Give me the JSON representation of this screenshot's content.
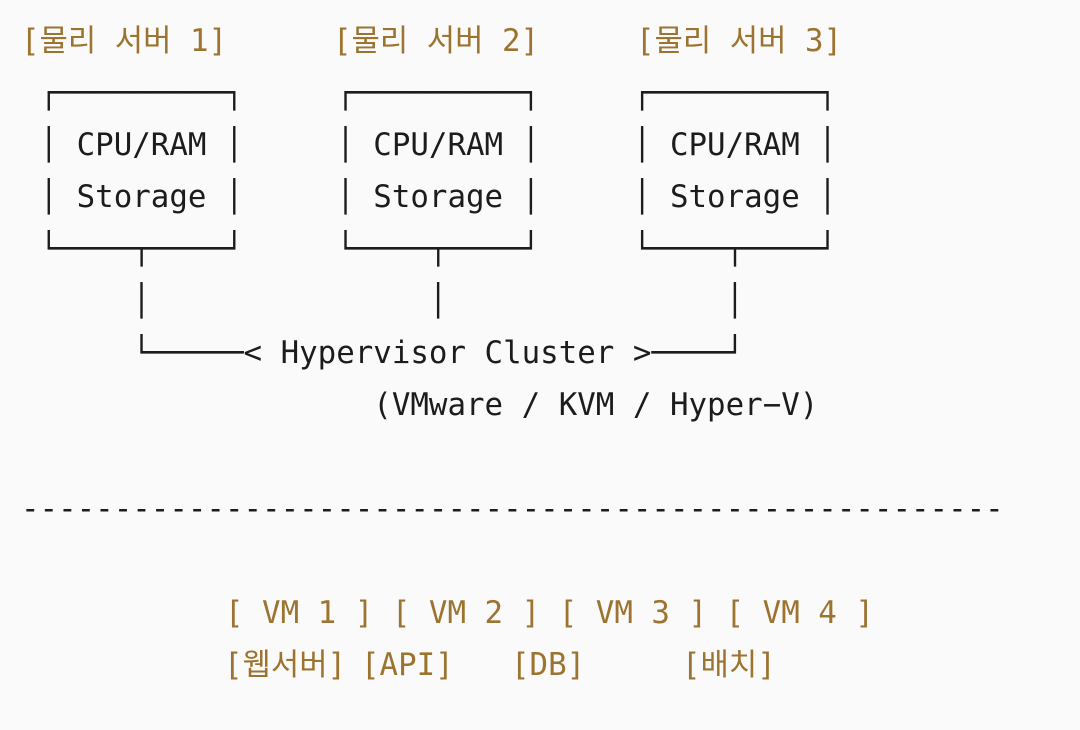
{
  "palette": {
    "background": "#fafafa",
    "ink": "#1c1c1c",
    "accent": "#9c7430"
  },
  "diagram": {
    "physical_servers": [
      "[물리 서버 1]",
      "[물리 서버 2]",
      "[물리 서버 3]"
    ],
    "box_top": " ┌─────────┐     ┌─────────┐     ┌─────────┐",
    "box_cpu": " │ CPU/RAM │     │ CPU/RAM │     │ CPU/RAM │",
    "box_storage": " │ Storage │     │ Storage │     │ Storage │",
    "box_bottom": " └────┬────┘     └────┬────┘     └────┬────┘",
    "connectors": "      │               │               │",
    "cluster": "      └─────< Hypervisor Cluster >────┘",
    "hypervisors": "                   (VMware / KVM / Hyper−V)",
    "separator": "-----------------------------------------------------",
    "vms": "           [ VM 1 ] [ VM 2 ] [ VM 3 ] [ VM 4 ]",
    "vm_roles": [
      "[웹서버]",
      "[API]",
      "[DB]",
      "[배치]"
    ]
  }
}
